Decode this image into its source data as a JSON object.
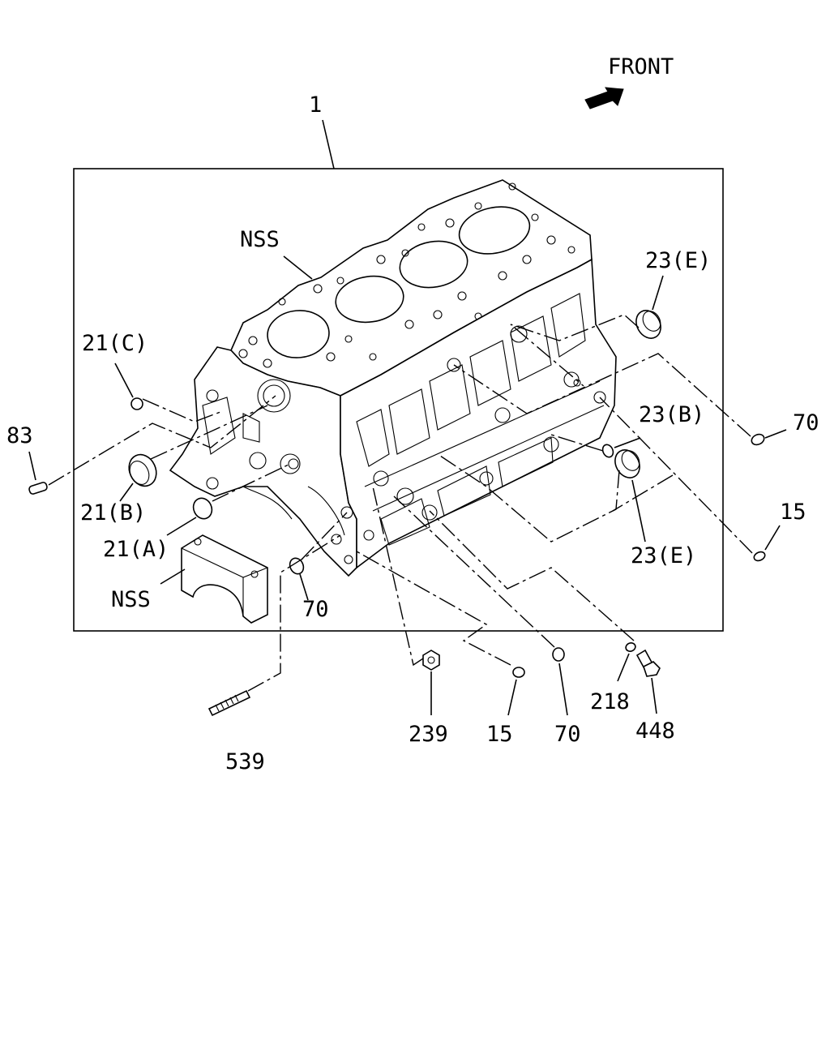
{
  "front_label": "FRONT",
  "labels": {
    "main_assembly": "1",
    "nss_top": "NSS",
    "nss_bottom": "NSS",
    "p21c": "21(C)",
    "p83": "83",
    "p21b": "21(B)",
    "p21a": "21(A)",
    "p70_left": "70",
    "p23e_top": "23(E)",
    "p70_right": "70",
    "p23b": "23(B)",
    "p15_right": "15",
    "p23e_bottom": "23(E)",
    "p539": "539",
    "p239": "239",
    "p15_bottom": "15",
    "p70_bottom": "70",
    "p218": "218",
    "p448": "448"
  },
  "icons": {
    "front_arrow": "arrow-right-icon"
  }
}
